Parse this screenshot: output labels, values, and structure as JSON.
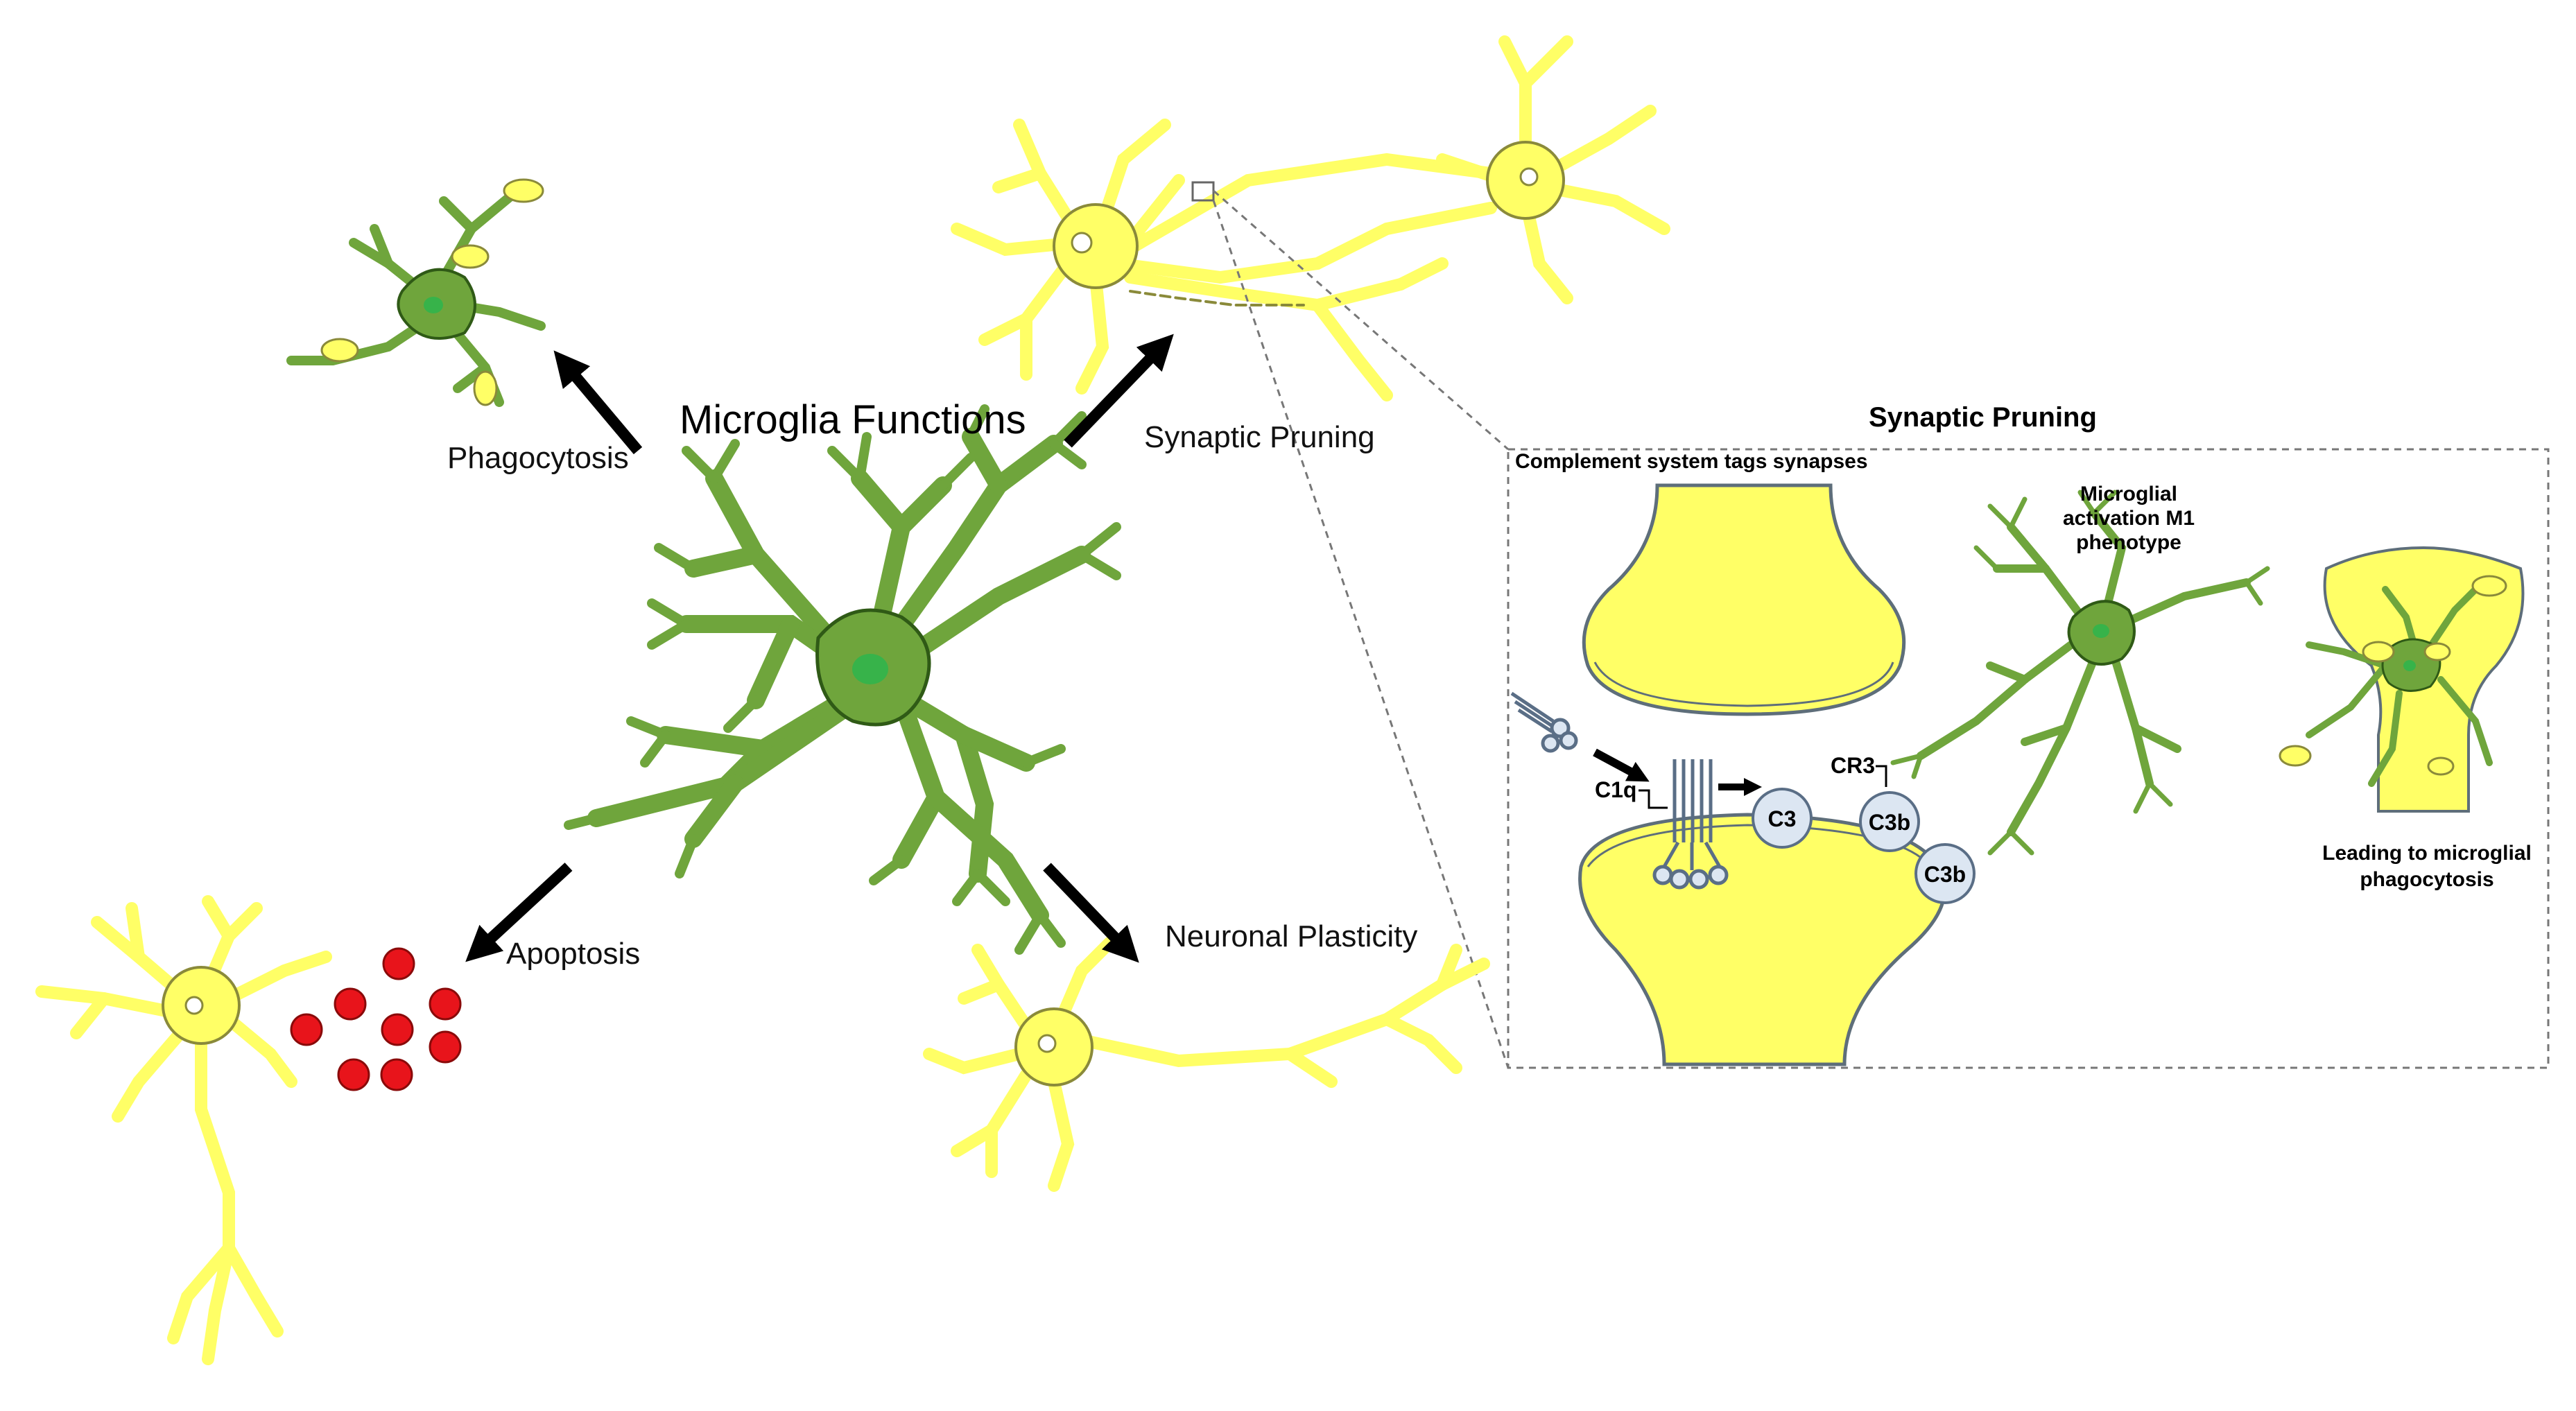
{
  "title": "Microglia Functions",
  "labels": {
    "phagocytosis": "Phagocytosis",
    "synaptic_pruning": "Synaptic Pruning",
    "apoptosis": "Apoptosis",
    "neuronal_plasticity": "Neuronal Plasticity"
  },
  "inset": {
    "heading": "Synaptic Pruning",
    "subheading": "Complement system tags synapses",
    "activation_line1": "Microglial",
    "activation_line2": "activation M1",
    "activation_line3": "phenotype",
    "c1q": "C1q",
    "cr3": "CR3",
    "c3": "C3",
    "c3b_1": "C3b",
    "c3b_2": "C3b",
    "result_line1": "Leading to microglial",
    "result_line2": "phagocytosis"
  },
  "colors": {
    "microglia": "#6fa53c",
    "microglia_nucleus": "#37b34a",
    "microglia_outline": "#2f5a16",
    "neuron": "#ffff66",
    "neuron_outline": "#8a8a3a",
    "apoptotic_body": "#e8141b",
    "complement": "#dce6f2",
    "complement_outline": "#5a6e86",
    "arrow": "#000000"
  }
}
